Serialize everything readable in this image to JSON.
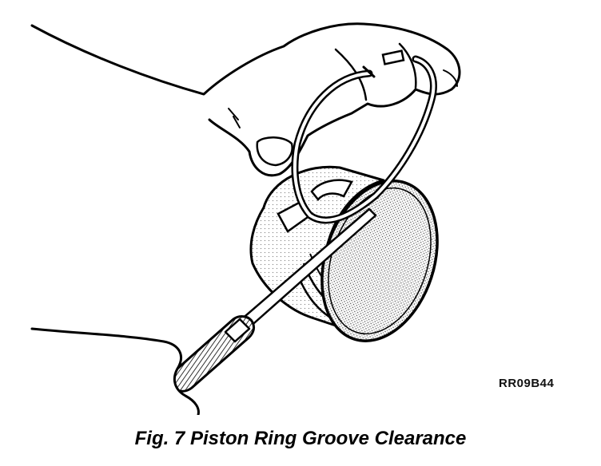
{
  "figure": {
    "code": "RR09B44",
    "caption": "Fig. 7 Piston Ring Groove Clearance"
  },
  "illustration": {
    "parts": [
      "hand-upper",
      "piston-ring",
      "piston",
      "feeler-gauge",
      "hand-lower"
    ]
  }
}
